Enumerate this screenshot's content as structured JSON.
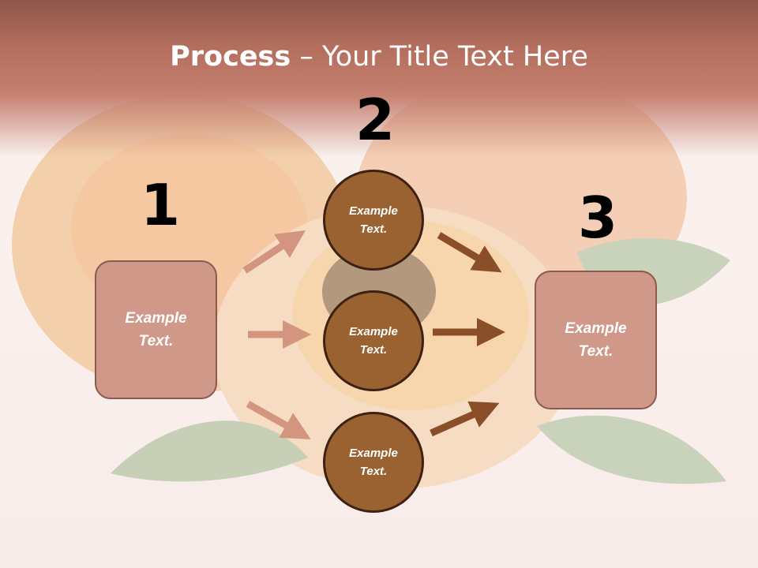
{
  "title": {
    "bold": "Process",
    "rest": " – Your Title Text Here"
  },
  "steps": [
    {
      "number": "1"
    },
    {
      "number": "2"
    },
    {
      "number": "3"
    }
  ],
  "boxes": {
    "left": "Example Text.",
    "right": "Example Text."
  },
  "circles": [
    "Example Text.",
    "Example Text.",
    "Example Text."
  ],
  "colors": {
    "left_arrow": "#d3957f",
    "right_arrow": "#8a4f28",
    "circle_fill": "#9a6230",
    "box_fill": "#cf9888"
  }
}
